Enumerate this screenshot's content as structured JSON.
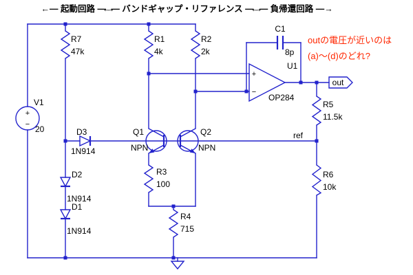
{
  "colors": {
    "wire_blue": "#2222cc",
    "text_black": "#000000",
    "question_red": "#ff2600",
    "background": "#ffffff"
  },
  "section_labels": [
    {
      "text": "←― 起動回路 ―→"
    },
    {
      "text": "←― バンドギャップ・リファレンス ―→"
    },
    {
      "text": "←― 負帰還回路 ―→"
    }
  ],
  "question": {
    "line1": "outの電圧が近いのは",
    "line2": "(a)〜(d)のどれ?"
  },
  "components": {
    "v1": {
      "ref": "V1",
      "value": "20",
      "plus": "+",
      "minus": "−"
    },
    "r7": {
      "ref": "R7",
      "value": "47k"
    },
    "r1": {
      "ref": "R1",
      "value": "4k"
    },
    "r2": {
      "ref": "R2",
      "value": "2k"
    },
    "r3": {
      "ref": "R3",
      "value": "100"
    },
    "r4": {
      "ref": "R4",
      "value": "715"
    },
    "r5": {
      "ref": "R5",
      "value": "11.5k"
    },
    "r6": {
      "ref": "R6",
      "value": "10k"
    },
    "c1": {
      "ref": "C1",
      "value": "8p"
    },
    "d1": {
      "ref": "D1",
      "value": "1N914"
    },
    "d2": {
      "ref": "D2",
      "value": "1N914"
    },
    "d3": {
      "ref": "D3",
      "value": "1N914"
    },
    "q1": {
      "ref": "Q1",
      "type": "NPN"
    },
    "q2": {
      "ref": "Q2",
      "type": "NPN"
    },
    "u1": {
      "ref": "U1",
      "part": "OP284",
      "plus": "+",
      "minus": "−"
    }
  },
  "nets": {
    "out": "out",
    "ref": "ref"
  }
}
